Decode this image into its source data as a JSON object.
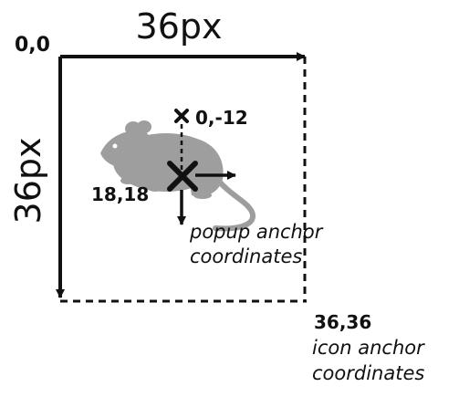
{
  "labels": {
    "width_dim": "36px",
    "height_dim": "36px",
    "origin": "0,0",
    "popup_offset": "0,-12",
    "center": "18,18",
    "popup_anchor_line1": "popup anchor",
    "popup_anchor_line2": "coordinates",
    "corner": "36,36",
    "icon_anchor_line1": "icon anchor",
    "icon_anchor_line2": "coordinates"
  },
  "icons": {
    "main_subject": "rat-silhouette-icon",
    "anchor_marker": "x-cross-icon",
    "popup_marker": "small-x-icon"
  },
  "colors": {
    "ink": "#111111",
    "rat": "#9e9e9e",
    "background": "#ffffff"
  }
}
